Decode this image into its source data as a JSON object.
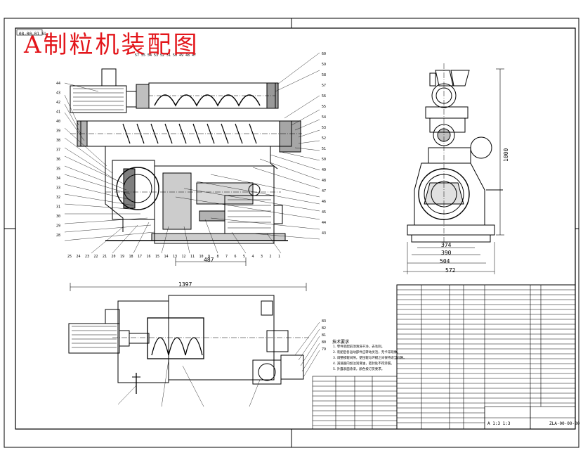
{
  "drawing": {
    "title": "A制粒机装配图",
    "sheet_code_topleft": "08-00-01 SL",
    "drawing_number": "ZLA-00-00-00",
    "scale_label": "A 1:3 1:3"
  },
  "dimensions": {
    "front_width": "487",
    "total_length": "1397",
    "side_height": "1000",
    "side_w1": "374",
    "side_w2": "390",
    "side_w3": "504",
    "side_w4": "572"
  },
  "tech_requirements": {
    "title": "技术要求",
    "items": [
      "1. 零件装配前须清洗干净，去毛刺。",
      "2. 装配后各运动部件应转动灵活，无卡滞现象。",
      "3. 调整模辊间隙，使压辊与环模之间保持适当间隙。",
      "4. 减速器内加注润滑油，密封处不得渗漏。",
      "5. 外露表面涂漆，颜色按订货要求。"
    ]
  },
  "callouts_front_top": [
    "57",
    "55",
    "54",
    "53",
    "52",
    "51",
    "50",
    "49",
    "48",
    "47"
  ],
  "callouts_front_left": [
    "44",
    "43",
    "42",
    "41",
    "40",
    "39",
    "38",
    "37",
    "36",
    "35",
    "34",
    "33",
    "32",
    "31",
    "30",
    "29",
    "28"
  ],
  "callouts_front_right": [
    "60",
    "59",
    "58",
    "57",
    "56",
    "55",
    "54",
    "53",
    "52",
    "51",
    "50",
    "49",
    "48",
    "47",
    "46",
    "45",
    "44",
    "43"
  ],
  "callouts_front_bottom": [
    "25",
    "24",
    "23",
    "22",
    "21",
    "20",
    "19",
    "18",
    "17",
    "16",
    "15",
    "14",
    "13",
    "12",
    "11",
    "10",
    "9",
    "8",
    "7",
    "6",
    "5",
    "4",
    "3",
    "2",
    "1"
  ],
  "callouts_top_view": [
    "83",
    "82",
    "81",
    "80",
    "79"
  ]
}
